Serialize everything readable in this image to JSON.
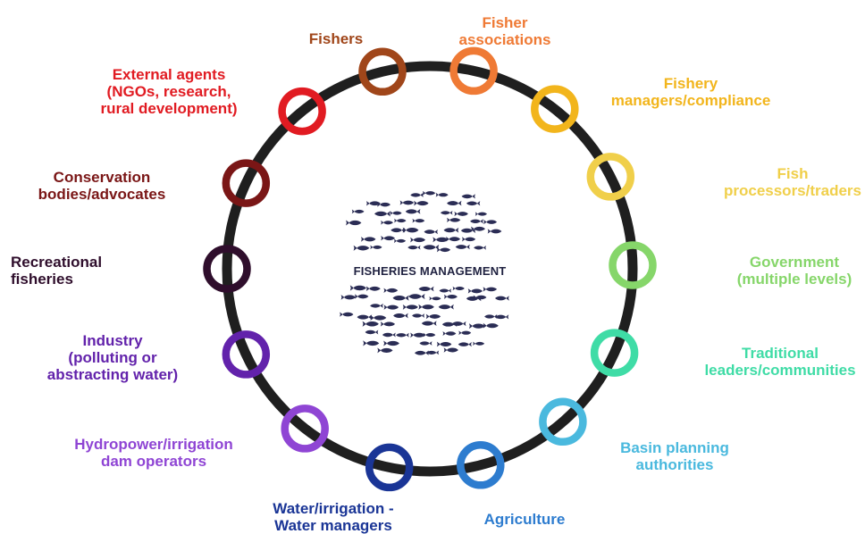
{
  "diagram": {
    "center_title": "FISHERIES MANAGEMENT",
    "ring_color": "#1f1f1f",
    "fish_color": "#2b2d55",
    "stakeholders": [
      {
        "id": "fishers",
        "lines": [
          "Fishers"
        ],
        "color": "#a0461a"
      },
      {
        "id": "fisher-associations",
        "lines": [
          "Fisher",
          "associations"
        ],
        "color": "#ef7a35"
      },
      {
        "id": "fishery-managers",
        "lines": [
          "Fishery",
          "managers/compliance"
        ],
        "color": "#f2b51c"
      },
      {
        "id": "fish-processors",
        "lines": [
          "Fish",
          "processors/traders"
        ],
        "color": "#f0cf4a"
      },
      {
        "id": "government",
        "lines": [
          "Government",
          "(multiple levels)"
        ],
        "color": "#86d66a"
      },
      {
        "id": "traditional-leaders",
        "lines": [
          "Traditional",
          "leaders/communities"
        ],
        "color": "#3fdca6"
      },
      {
        "id": "basin-planning",
        "lines": [
          "Basin planning",
          "authorities"
        ],
        "color": "#4ab9de"
      },
      {
        "id": "agriculture",
        "lines": [
          "Agriculture"
        ],
        "color": "#2d7ccf"
      },
      {
        "id": "water-managers",
        "lines": [
          "Water/irrigation -",
          "Water managers"
        ],
        "color": "#1a3596"
      },
      {
        "id": "hydropower",
        "lines": [
          "Hydropower/irrigation",
          "dam operators"
        ],
        "color": "#8f45d4"
      },
      {
        "id": "industry",
        "lines": [
          "Industry",
          "(polluting or",
          "abstracting water)"
        ],
        "color": "#6222ab"
      },
      {
        "id": "recreational-fisheries",
        "lines": [
          "Recreational",
          "fisheries"
        ],
        "color": "#2f0e2c"
      },
      {
        "id": "conservation-bodies",
        "lines": [
          "Conservation",
          "bodies/advocates"
        ],
        "color": "#7a1616"
      },
      {
        "id": "external-agents",
        "lines": [
          "External agents",
          "(NGOs, research,",
          "rural development)"
        ],
        "color": "#e11b22"
      }
    ]
  }
}
